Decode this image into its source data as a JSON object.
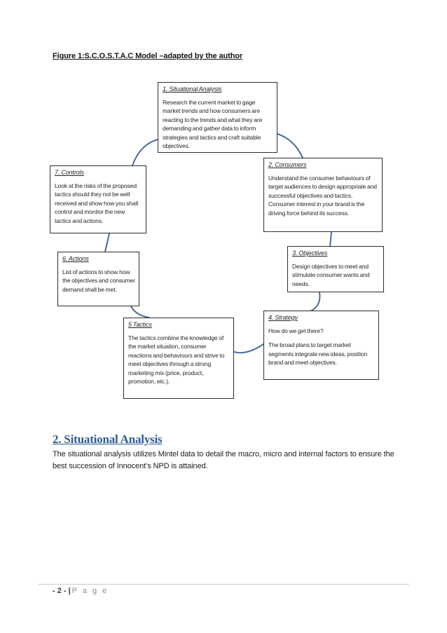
{
  "page": {
    "figure_caption": "Figure 1:S.C.O.S.T.A.C Model –adapted by the author"
  },
  "diagram": {
    "connector_color": "#4c6c99",
    "boxes": [
      {
        "id": "situational-analysis",
        "title": "1. Situational Analysis",
        "paragraphs": [
          "Research the current market to gage market trends and how consumers are reacting to the trends and what they are demanding and gather data to inform strategies and tactics and craft suitable objectives."
        ]
      },
      {
        "id": "consumers",
        "title": "2. Consumers",
        "paragraphs": [
          "Understand the consumer behaviours of target audiences to design appropriate and successful objectives and tactics. Consumer interest in your brand is the driving force behind its success."
        ]
      },
      {
        "id": "objectives",
        "title": "3. Objectives",
        "paragraphs": [
          "Design objectives to meet and stimulate consumer wants and needs."
        ]
      },
      {
        "id": "strategy",
        "title": "4. Strategy",
        "paragraphs": [
          "How do we get there?",
          "The broad plans to target market segments integrate new ideas, position brand and meet objectives."
        ]
      },
      {
        "id": "tactics",
        "title": "5 Tactics",
        "paragraphs": [
          "The tactics combine the knowledge of the market situation, consumer reactions and behaviours and strive to meet objectives through a strong marketing mix (price, product, promotion, etc.)."
        ]
      },
      {
        "id": "actions",
        "title": "6. Actions",
        "paragraphs": [
          "List of actions to show how the objectives and consumer demand shall be met."
        ]
      },
      {
        "id": "controls",
        "title": "7. Controls",
        "paragraphs": [
          "Look at the risks of the proposed tactics should they not be well received and show how you shall control and monitor the new tactics and actions."
        ]
      }
    ]
  },
  "section": {
    "heading": "2. Situational Analysis",
    "heading_color": "#2e5b8e",
    "paragraph": "The situational analysis utilizes Mintel data to detail the macro, micro and internal factors to ensure the best succession of Innocent’s NPD is attained."
  },
  "footer": {
    "page_number": "- 2 -",
    "separator": "|",
    "label": "P a g e"
  }
}
